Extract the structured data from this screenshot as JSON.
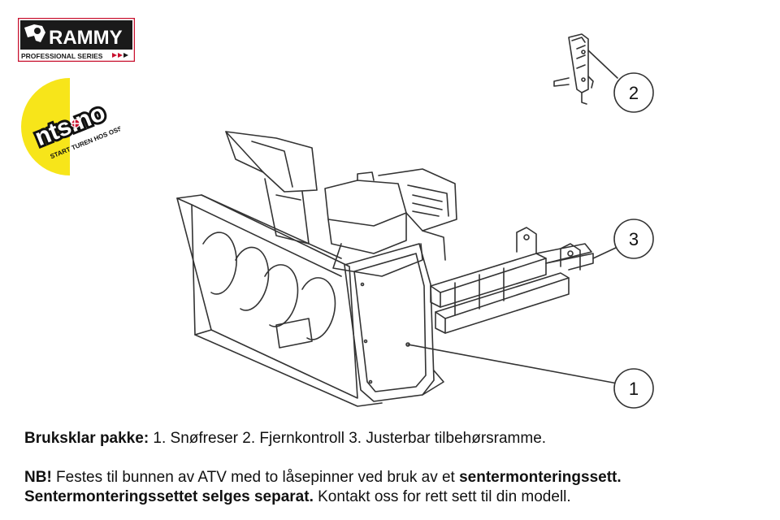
{
  "brand": {
    "name": "RAMMY",
    "tagline": "PROFESSIONAL SERIES"
  },
  "badge": {
    "site": "nts.no",
    "slogan": "START TUREN HOS OSS!"
  },
  "callouts": [
    "1",
    "2",
    "3"
  ],
  "caption": {
    "line1_bold": "Bruksklar pakke:",
    "line1_rest": " 1. Snøfreser 2. Fjernkontroll 3. Justerbar tilbehørsramme.",
    "line2_bold": "NB!",
    "line2_mid": " Festes til bunnen av ATV med to låsepinner ved bruk av et ",
    "line2_bold_end": "sentermonteringssett.",
    "line3_bold": "Sentermonteringssettet selges separat.",
    "line3_rest": " Kontakt oss for rett sett til din modell."
  },
  "colors": {
    "brand_red": "#c8102e",
    "brand_dark": "#1a1a1a",
    "badge_yellow": "#f7e51a",
    "line_art": "#333333"
  }
}
